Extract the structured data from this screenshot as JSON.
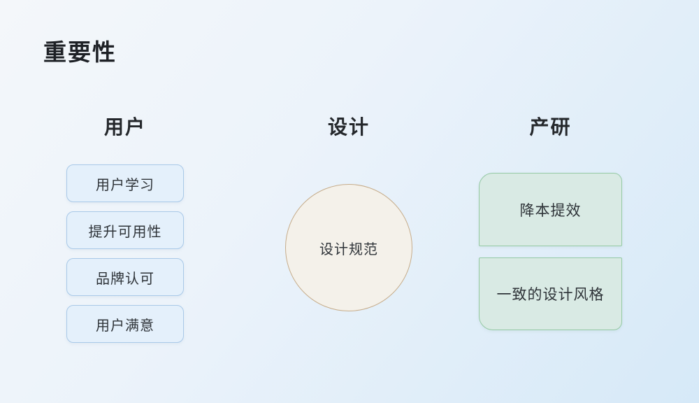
{
  "page": {
    "title": "重要性"
  },
  "columns": {
    "user": {
      "header": "用户",
      "items": [
        "用户学习",
        "提升可用性",
        "品牌认可",
        "用户满意"
      ]
    },
    "design": {
      "header": "设计",
      "circle_label": "设计规范"
    },
    "product_rnd": {
      "header": "产研",
      "items": [
        "降本提效",
        "一致的设计风格"
      ]
    }
  },
  "colors": {
    "background_start": "#f4f7fa",
    "background_end": "#d6e9f8",
    "user_box_fill": "#e4f0fb",
    "user_box_border": "#a9c9e8",
    "design_circle_fill": "#f4f1ea",
    "design_circle_border": "#c6ac8a",
    "rnd_box_fill": "#d9eae4",
    "rnd_box_border": "#94c9a4",
    "text": "#2e3338"
  }
}
